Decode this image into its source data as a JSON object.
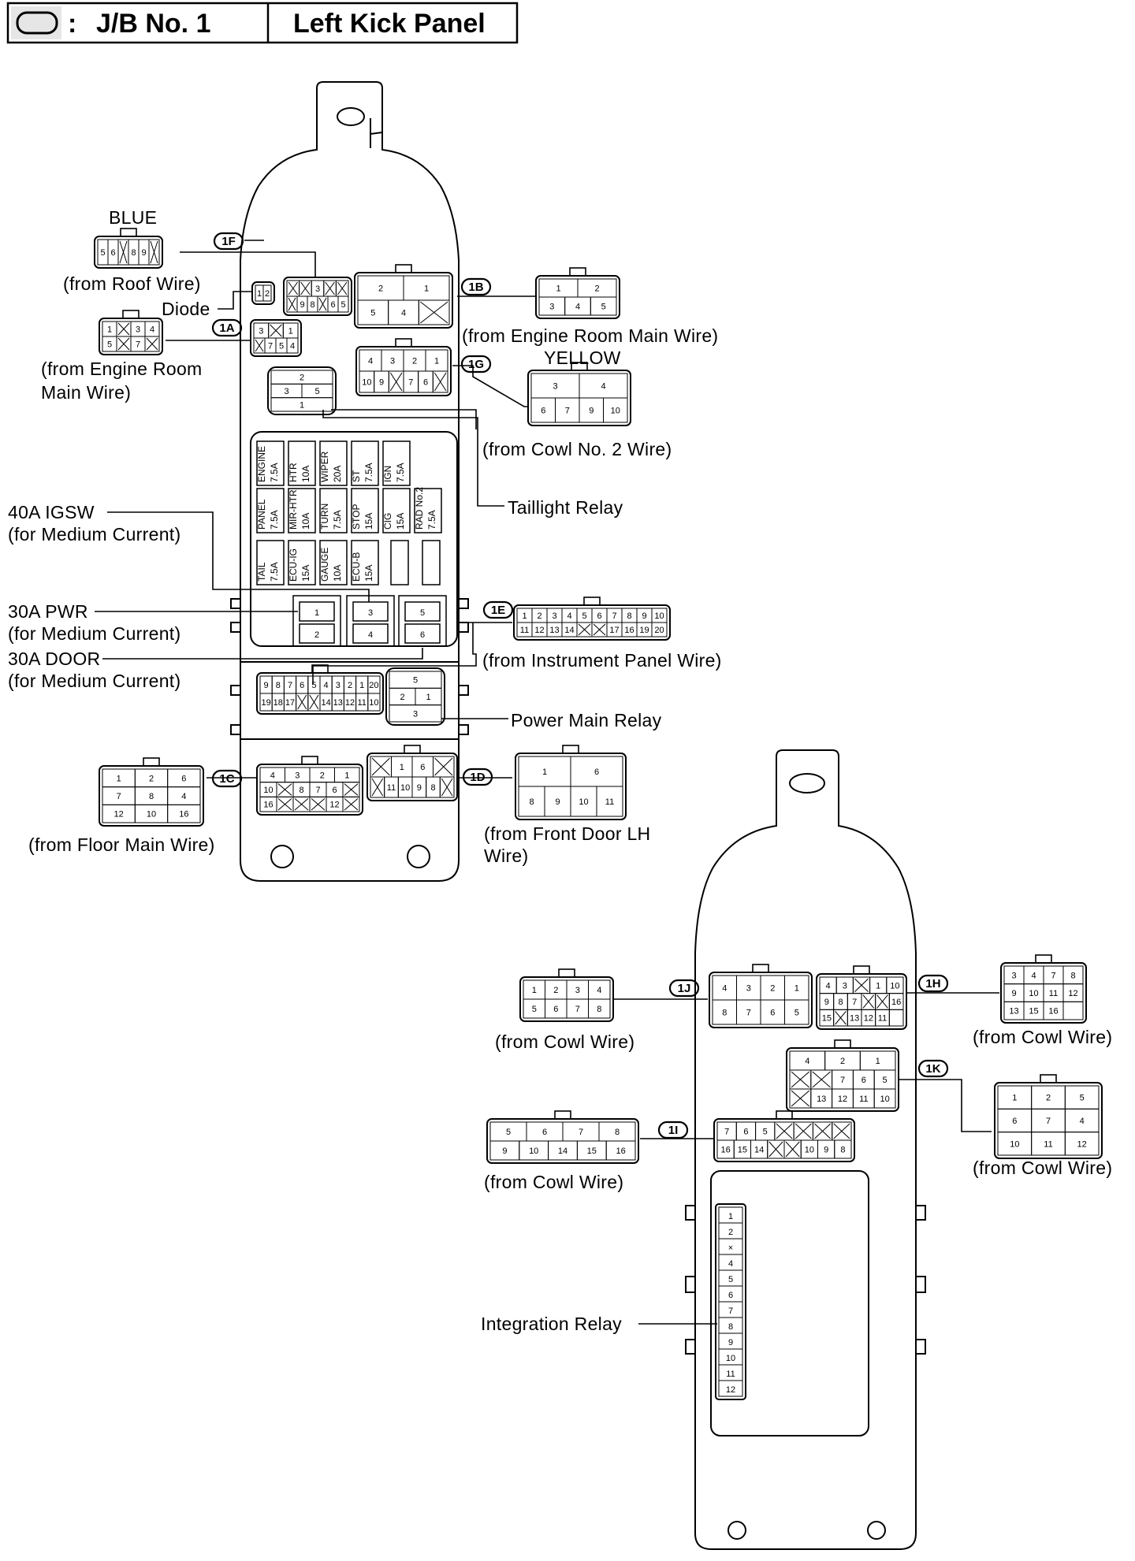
{
  "header": {
    "symbol_label": ":",
    "jb_name": "J/B No. 1",
    "location": "Left Kick Panel"
  },
  "colors": {
    "ink": "#000000",
    "paper": "#ffffff",
    "hatch": "#c8c8c8"
  },
  "labels": {
    "blue": "BLUE",
    "from_roof_wire": "(from Roof Wire)",
    "diode": "Diode",
    "from_engine_room_left_1": "(from Engine Room",
    "from_engine_room_left_2": "Main Wire)",
    "from_engine_room_main_wire": "(from Engine Room Main Wire)",
    "yellow": "YELLOW",
    "from_cowl_no2_wire": "(from Cowl No. 2 Wire)",
    "taillight_relay": "Taillight Relay",
    "igsw_40a": "40A IGSW",
    "igsw_desc": "(for Medium Current)",
    "pwr_30a": "30A PWR",
    "pwr_desc": "(for Medium Current)",
    "door_30a": "30A DOOR",
    "door_desc": "(for Medium Current)",
    "from_instrument_panel_wire": "(from Instrument Panel Wire)",
    "power_main_relay": "Power Main Relay",
    "from_floor_main_wire": "(from Floor Main Wire)",
    "from_front_door_1": "(from Front Door LH",
    "from_front_door_2": "Wire)",
    "from_cowl_wire_j": "(from Cowl Wire)",
    "from_cowl_wire_h": "(from Cowl Wire)",
    "from_cowl_wire_k": "(from Cowl Wire)",
    "from_cowl_wire_i": "(from Cowl Wire)",
    "integration_relay": "Integration Relay"
  },
  "connector_tags": {
    "1A": "1A",
    "1B": "1B",
    "1C": "1C",
    "1D": "1D",
    "1E": "1E",
    "1F": "1F",
    "1G": "1G",
    "1H": "1H",
    "1I": "1I",
    "1J": "1J",
    "1K": "1K"
  },
  "fuses": [
    {
      "name": "ENGINE",
      "rating": "7.5A"
    },
    {
      "name": "HTR",
      "rating": "10A"
    },
    {
      "name": "WIPER",
      "rating": "20A"
    },
    {
      "name": "ST",
      "rating": "7.5A"
    },
    {
      "name": "IGN",
      "rating": "7.5A"
    },
    {
      "name": "PANEL",
      "rating": "7.5A"
    },
    {
      "name": "MIR-HTR",
      "rating": "10A"
    },
    {
      "name": "TURN",
      "rating": "7.5A"
    },
    {
      "name": "STOP",
      "rating": "15A"
    },
    {
      "name": "CIG",
      "rating": "15A"
    },
    {
      "name": "RAD No.2",
      "rating": "7.5A"
    },
    {
      "name": "TAIL",
      "rating": "7.5A"
    },
    {
      "name": "ECU-IG",
      "rating": "15A"
    },
    {
      "name": "GAUGE",
      "rating": "10A"
    },
    {
      "name": "ECU-B",
      "rating": "15A"
    }
  ],
  "breaker_terminals": [
    "1",
    "2",
    "3",
    "4",
    "5",
    "6"
  ],
  "integration_relay_pins": [
    "1",
    "2",
    "×",
    "4",
    "5",
    "6",
    "7",
    "8",
    "9",
    "10",
    "11",
    "12"
  ],
  "connectors": {
    "1F_inline": [
      "5",
      "6",
      "×",
      "8",
      "9",
      "×"
    ],
    "1F_jb": [
      "×",
      "×",
      "3",
      "×",
      "×",
      "×",
      "9",
      "8",
      "×",
      "6",
      "5"
    ],
    "diode": [
      "1",
      "2"
    ],
    "1A_inline": [
      "1",
      "×",
      "3",
      "4",
      "5",
      "×",
      "7",
      "×"
    ],
    "1A_jb": [
      "3",
      "×",
      "1",
      "×",
      "7",
      "5",
      "4"
    ],
    "1B_jb": [
      "2",
      "1",
      "5",
      "4",
      "×"
    ],
    "1B_inline": [
      "1",
      "2",
      "3",
      "4",
      "5"
    ],
    "1G_jb": [
      "4",
      "3",
      "2",
      "1",
      "10",
      "9",
      "×",
      "7",
      "6",
      "×"
    ],
    "1G_inline": [
      "3",
      "4",
      "6",
      "7",
      "9",
      "10"
    ],
    "taillight_relay": [
      "2",
      "3",
      "5",
      "1"
    ],
    "1E_inline": [
      "1",
      "2",
      "3",
      "4",
      "5",
      "6",
      "7",
      "8",
      "9",
      "10",
      "11",
      "12",
      "13",
      "14",
      "×",
      "×",
      "17",
      "16",
      "19",
      "20"
    ],
    "1E_jb": [
      "9",
      "8",
      "7",
      "6",
      "5",
      "4",
      "3",
      "2",
      "1",
      "20",
      "19",
      "18",
      "17",
      "×",
      "×",
      "14",
      "13",
      "12",
      "11",
      "10"
    ],
    "power_main_relay": [
      "5",
      "2",
      "1",
      "3"
    ],
    "1C_inline": [
      "1",
      "2",
      "6",
      "7",
      "8",
      "4",
      "12",
      "10",
      "16"
    ],
    "1C_jb": [
      "4",
      "3",
      "2",
      "1",
      "10",
      "×",
      "8",
      "7",
      "6",
      "×",
      "16",
      "×",
      "×",
      "×",
      "12",
      "×"
    ],
    "1D_jb": [
      "×",
      "1",
      "6",
      "×",
      "×",
      "11",
      "10",
      "9",
      "8",
      "×"
    ],
    "1D_inline": [
      "1",
      "6",
      "8",
      "9",
      "10",
      "11"
    ],
    "1J_inline": [
      "1",
      "2",
      "3",
      "4",
      "5",
      "6",
      "7",
      "8"
    ],
    "1J_jb": [
      "4",
      "3",
      "2",
      "1",
      "8",
      "7",
      "6",
      "5"
    ],
    "1H_jb": [
      "4",
      "3",
      "×",
      "1",
      "10",
      "9",
      "8",
      "7",
      "×",
      "×",
      "16",
      "15",
      "×",
      "13",
      "12",
      "11"
    ],
    "1H_inline": [
      "3",
      "4",
      "7",
      "8",
      "9",
      "10",
      "11",
      "12",
      "13",
      "15",
      "16"
    ],
    "1K_jb": [
      "4",
      "2",
      "1",
      "×",
      "×",
      "7",
      "6",
      "5",
      "×",
      "13",
      "12",
      "11",
      "10"
    ],
    "1K_inline": [
      "1",
      "2",
      "5",
      "6",
      "7",
      "4",
      "10",
      "11",
      "12"
    ],
    "1I_inline": [
      "5",
      "6",
      "7",
      "8",
      "9",
      "10",
      "14",
      "15",
      "16"
    ],
    "1I_jb": [
      "7",
      "6",
      "5",
      "×",
      "×",
      "×",
      "×",
      "16",
      "15",
      "14",
      "×",
      "×",
      "10",
      "9",
      "8"
    ]
  }
}
